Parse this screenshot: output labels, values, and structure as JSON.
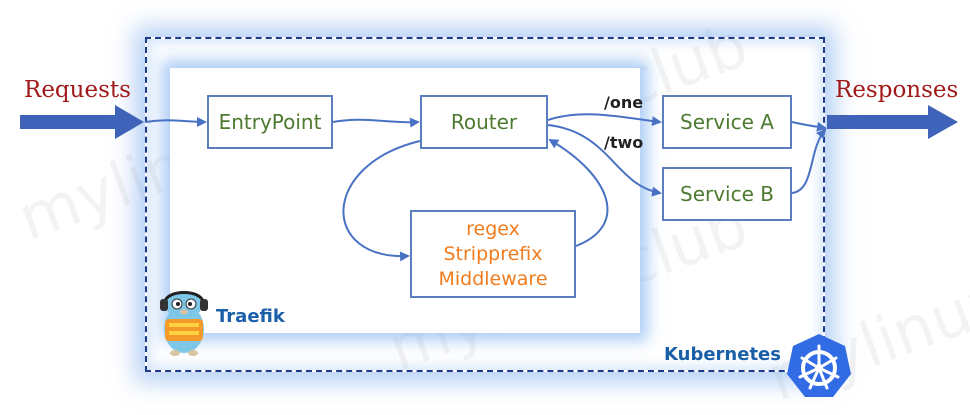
{
  "side": {
    "requests": "Requests",
    "responses": "Responses"
  },
  "nodes": {
    "entrypoint": "EntryPoint",
    "router": "Router",
    "service_a": "Service A",
    "service_b": "Service B",
    "middleware_lines": [
      "regex",
      "Stripprefix",
      "Middleware"
    ]
  },
  "paths": {
    "one": "/one",
    "two": "/two"
  },
  "brands": {
    "traefik": "Traefik",
    "kubernetes": "Kubernetes"
  },
  "watermark": "mylinuxclub",
  "colors": {
    "arrow_fill": "#3f63b8",
    "edge": "#4a72c4",
    "node_text": "#4d7a2e",
    "middleware_text": "#f07c1e",
    "side_text": "#a01a1a",
    "brand_text": "#1a5fa8"
  },
  "icons": {
    "traefik": "gopher-mascot-icon",
    "kubernetes": "helm-wheel-icon"
  }
}
